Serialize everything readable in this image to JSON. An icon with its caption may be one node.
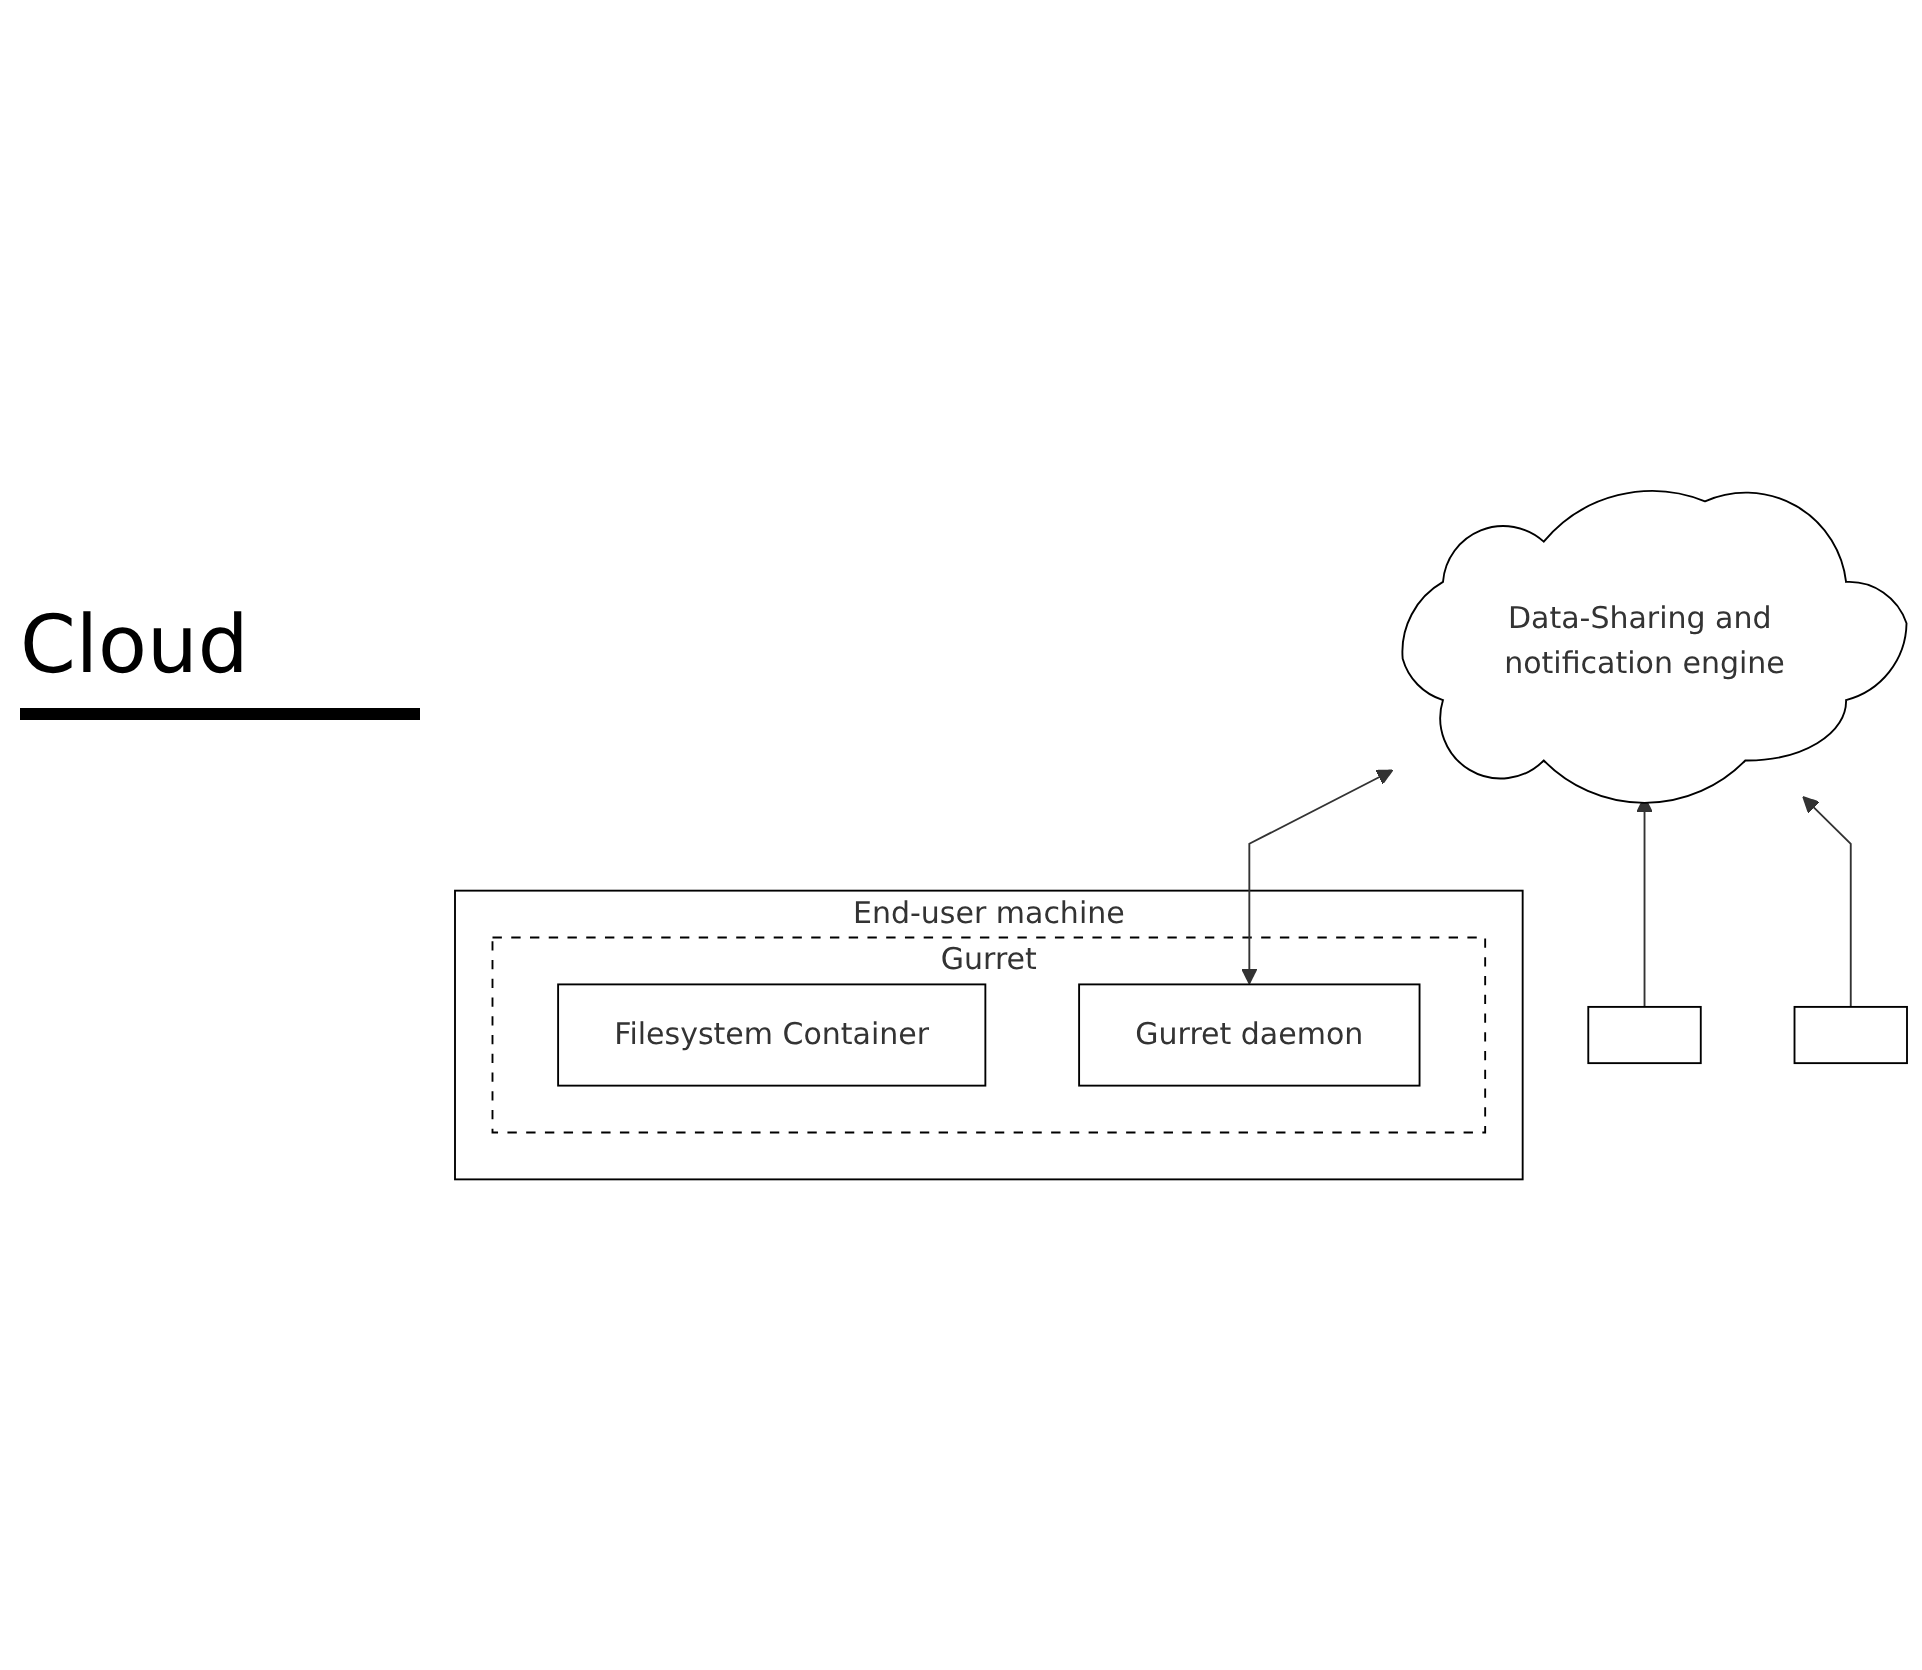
{
  "diagram": {
    "nodes": [
      {
        "text": [
          "Data-Sharing and notification engine"
        ]
      },
      {
        "text": [],
        "shape": "box"
      },
      {
        "text": [],
        "shape": "box"
      },
      {
        "text": [
          "End-user machine"
        ]
      },
      {
        "text": [
          "Gurret"
        ],
        "in": 3
      },
      {
        "text": [
          "Filesystem Container"
        ],
        "in": 4
      },
      {
        "text": [
          "Gurret daemon"
        ],
        "in": 4
      }
    ],
    "edges": [
      {
        "from": 6,
        "to": 0,
        "arrow": "both"
      },
      {
        "from": 1,
        "to": 0,
        "arrow": "to"
      },
      {
        "from": 2,
        "to": 0,
        "arrow": "to"
      }
    ],
    "labels": [
      "Cloud"
    ]
  }
}
